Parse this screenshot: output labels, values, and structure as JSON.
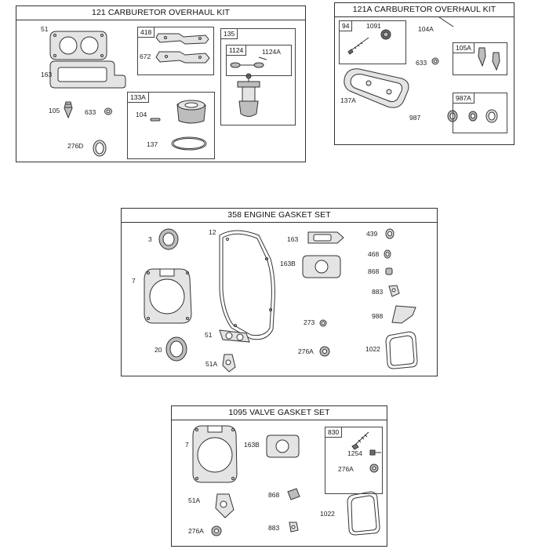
{
  "kits": {
    "k121": {
      "title": "121 CARBURETOR OVERHAUL KIT"
    },
    "k121a": {
      "title": "121A CARBURETOR OVERHAUL KIT"
    },
    "k358": {
      "title": "358 ENGINE GASKET SET"
    },
    "k1095": {
      "title": "1095 VALVE GASKET SET"
    }
  },
  "subkits": {
    "s418": "418",
    "s135": "135",
    "s1124": "1124",
    "s133a": "133A",
    "s94": "94",
    "s105a": "105A",
    "s987a": "987A",
    "s830": "830"
  },
  "parts": {
    "p51": "51",
    "p163": "163",
    "p105": "105",
    "p633": "633",
    "p276d": "276D",
    "p672": "672",
    "p1124a": "1124A",
    "p104": "104",
    "p137": "137",
    "a1091": "1091",
    "a104a": "104A",
    "a633": "633",
    "a137a": "137A",
    "a987": "987",
    "e3": "3",
    "e12": "12",
    "e7": "7",
    "e20": "20",
    "e51": "51",
    "e51a": "51A",
    "e163": "163",
    "e163b": "163B",
    "e273": "273",
    "e276a": "276A",
    "e439": "439",
    "e468": "468",
    "e868": "868",
    "e883": "883",
    "e988": "988",
    "e1022": "1022",
    "v7": "7",
    "v163b": "163B",
    "v51a": "51A",
    "v276a": "276A",
    "v868": "868",
    "v883": "883",
    "v1022": "1022",
    "v1254": "1254",
    "v276a2": "276A"
  }
}
